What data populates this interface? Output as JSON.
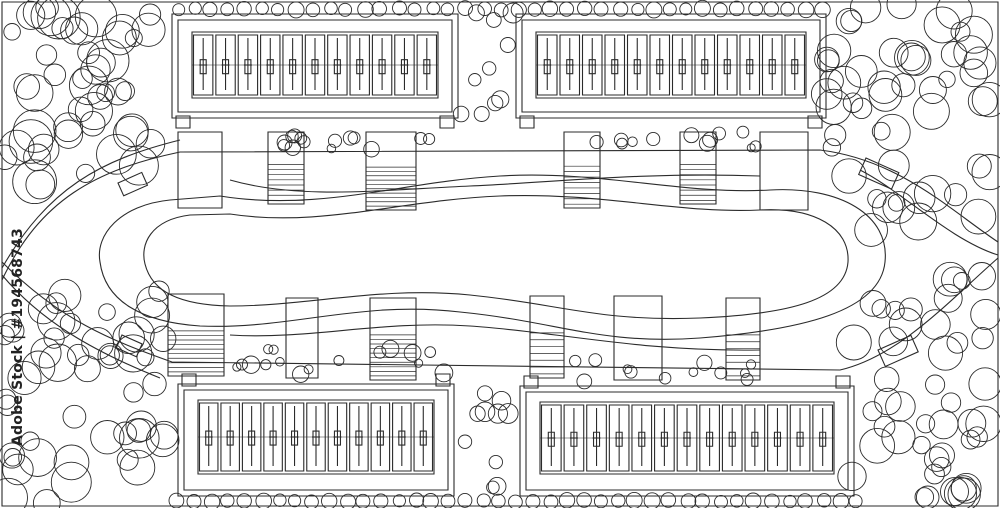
{
  "watermark": {
    "text": "Adobe Stock | #194568743"
  },
  "colors": {
    "line": "#2b2b2b",
    "background": "#ffffff"
  },
  "buildings": [
    {
      "name": "building-top-left",
      "units": 11
    },
    {
      "name": "building-top-right",
      "units": 12
    },
    {
      "name": "building-bottom-left",
      "units": 11
    },
    {
      "name": "building-bottom-right",
      "units": 13
    }
  ]
}
